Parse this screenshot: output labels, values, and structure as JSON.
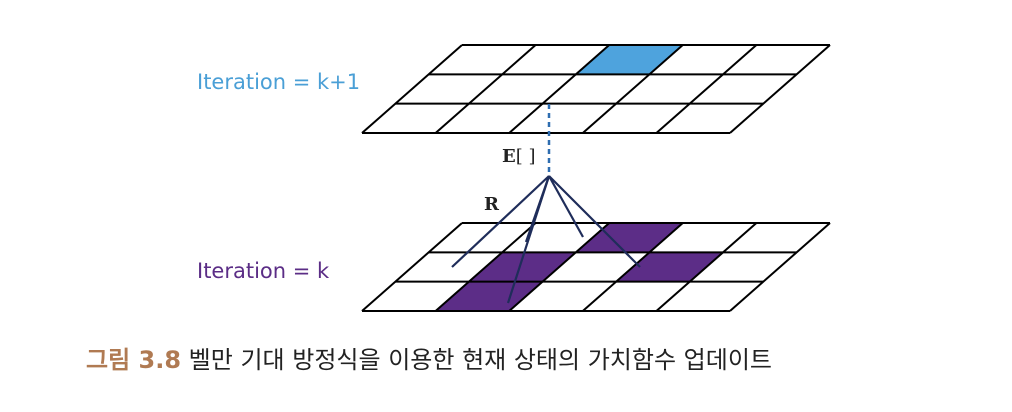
{
  "labels": {
    "top_iteration": "Iteration = k+1",
    "bottom_iteration": "Iteration = k",
    "expectation_symbol": "E",
    "expectation_brackets": "[ ]",
    "reward_symbol": "R"
  },
  "grids": {
    "rows": 3,
    "cols": 5,
    "top_highlight_cells": [
      [
        0,
        2
      ]
    ],
    "bottom_highlight_cells": [
      [
        0,
        2
      ],
      [
        1,
        1
      ],
      [
        1,
        3
      ],
      [
        2,
        1
      ]
    ]
  },
  "colors": {
    "top_label": "#4a9fd6",
    "top_highlight": "#4ea3dd",
    "bottom_label": "#5b2d86",
    "bottom_highlight": "#5c2d87",
    "connector_dashed": "#2e6db0",
    "connector_lines": "#1f2d5a",
    "caption_number": "#b07a52"
  },
  "caption": {
    "number": "그림 3.8",
    "text": "벨만 기대 방정식을 이용한 현재 상태의 가치함수 업데이트"
  }
}
